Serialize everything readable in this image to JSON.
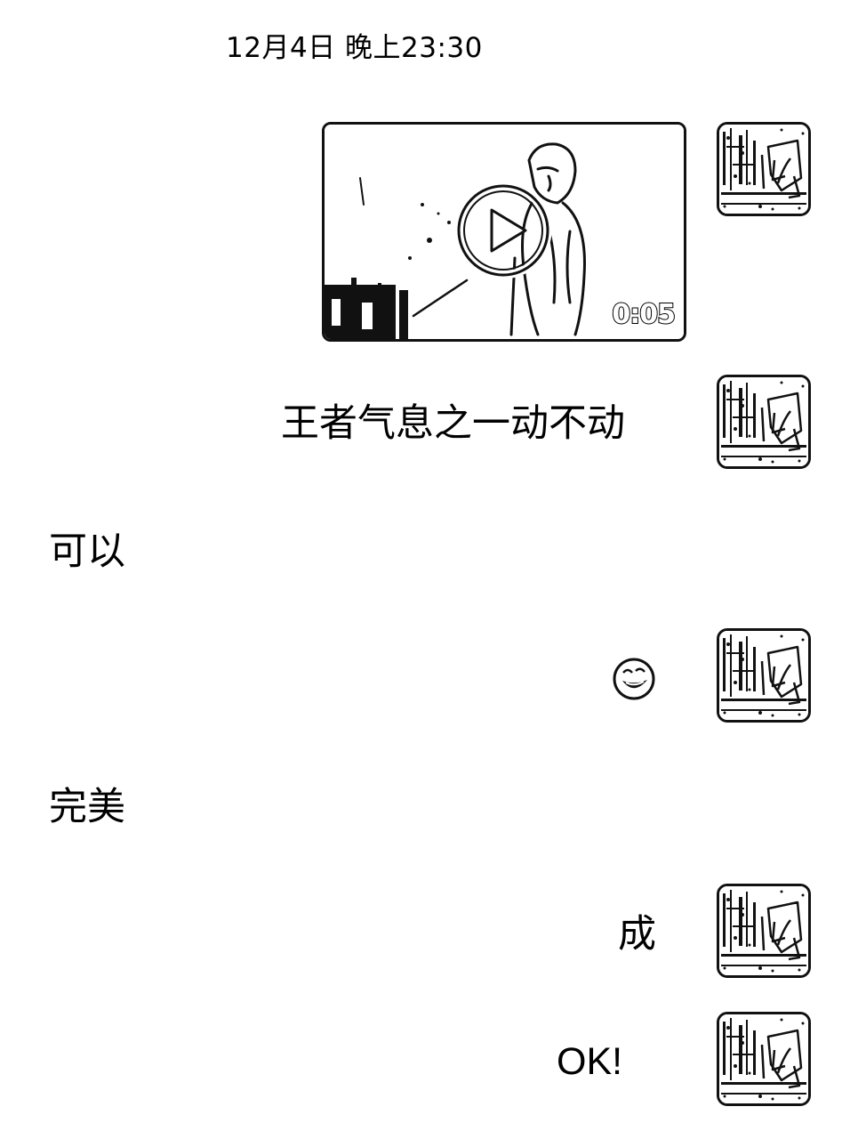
{
  "chat": {
    "timestamp": "12月4日 晚上23:30",
    "video": {
      "duration": "0:05",
      "play_icon": "play-icon"
    },
    "messages": [
      {
        "side": "right",
        "type": "video"
      },
      {
        "side": "right",
        "type": "text",
        "text": "王者气息之一动不动"
      },
      {
        "side": "left",
        "type": "text",
        "text": "可以"
      },
      {
        "side": "right",
        "type": "emoji",
        "icon": "laughing-face-emoji"
      },
      {
        "side": "left",
        "type": "text",
        "text": "完美"
      },
      {
        "side": "right",
        "type": "text",
        "text": "成"
      },
      {
        "side": "right",
        "type": "text",
        "text": "OK!"
      }
    ]
  },
  "colors": {
    "background": "#ffffff",
    "text": "#000000"
  }
}
